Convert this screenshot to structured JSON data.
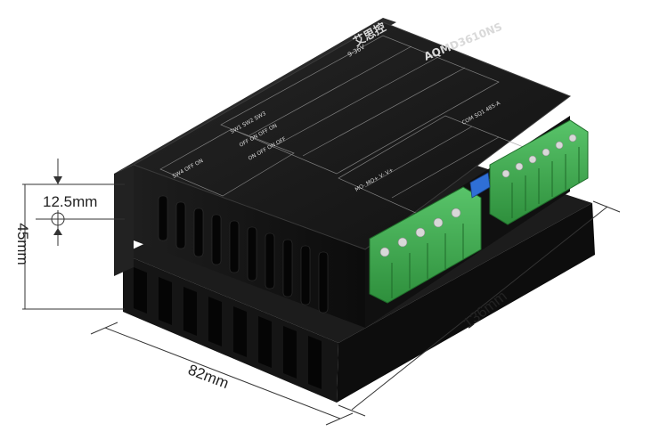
{
  "product": {
    "brand": "艾思控",
    "model": "AQMD3610NS",
    "voltage_range": "9-36V"
  },
  "dimensions": {
    "terminal_offset": "12.5mm",
    "height": "45mm",
    "width": "82mm",
    "length": "136mm"
  },
  "colors": {
    "body": "#1b1b1b",
    "terminal": "#3aa84a",
    "background": "#ffffff"
  }
}
